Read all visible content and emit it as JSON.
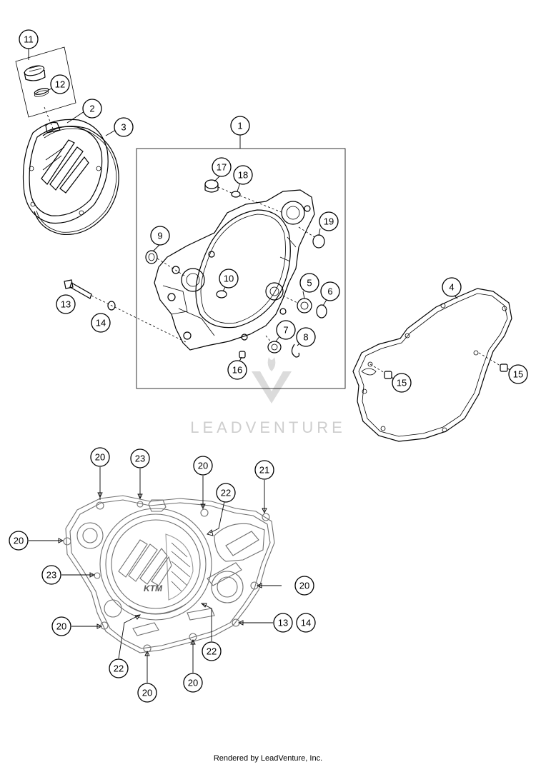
{
  "watermark": {
    "text": "LEADVENTURE"
  },
  "footer": {
    "text": "Rendered by LeadVenture, Inc."
  },
  "callouts": {
    "c1": "1",
    "c2": "2",
    "c3": "3",
    "c4": "4",
    "c5": "5",
    "c6": "6",
    "c7": "7",
    "c8": "8",
    "c9": "9",
    "c10": "10",
    "c11": "11",
    "c12": "12",
    "c13": "13",
    "c14": "14",
    "c15a": "15",
    "c15b": "15",
    "c16": "16",
    "c17": "17",
    "c18": "18",
    "c19": "19",
    "b20a": "20",
    "b20b": "20",
    "b20c": "20",
    "b20d": "20",
    "b20e": "20",
    "b20f": "20",
    "b20g": "20",
    "b21": "21",
    "b22a": "22",
    "b22b": "22",
    "b22c": "22",
    "b23a": "23",
    "b23b": "23",
    "b13": "13",
    "b14": "14"
  },
  "logo": {
    "text": "KTM"
  }
}
